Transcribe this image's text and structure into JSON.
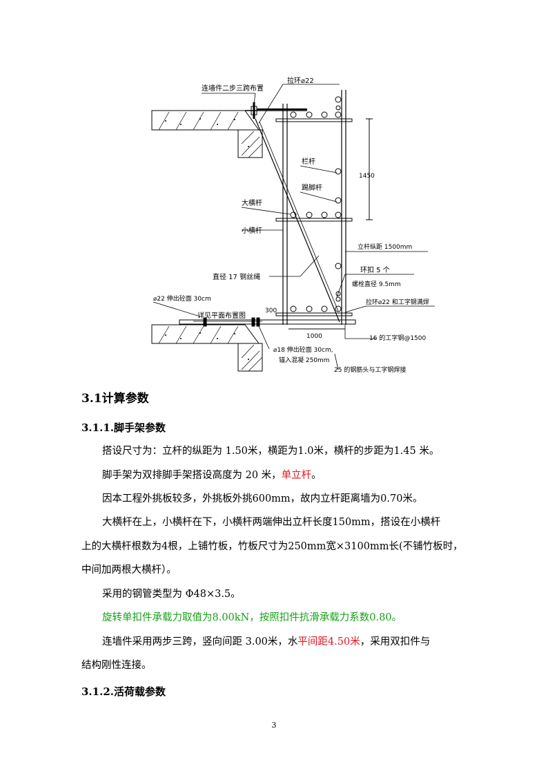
{
  "figure": {
    "labels": {
      "wall_tie": "连墙件二步三跨布置",
      "pull_ring_top": "拉环⌀22",
      "guardrail": "栏杆",
      "toe_board_pole": "踢脚杆",
      "big_crossbar": "大横杆",
      "small_crossbar": "小横杆",
      "dim_1450": "1450",
      "pole_spacing": "立杆纵距 1500mm",
      "wire_rope": "直径 17 钢丝绳",
      "clamp_count": "环扣 5 个",
      "bolt_dia": "螺栓直径 9.5mm",
      "pull_ring_weld": "拉环⌀22 和工字钢满焊",
      "rebar_22": "⌀22 伸出砼面 30cm",
      "see_plan": "详见平面布置图",
      "dim_300": "300",
      "dim_1000": "1000",
      "i_beam": "16 的工字钢@1500",
      "rebar_18": "⌀18 伸出砼面 30cm,",
      "anchor": "锚入混凝 250mm",
      "rebar_25": "25 的钢筋头与工字钢焊接"
    }
  },
  "section": {
    "title": "3.1计算参数",
    "sub1": "3.1.1.脚手架参数",
    "sub2": "3.1.2.活荷载参数"
  },
  "paragraphs": {
    "p1": "搭设尺寸为：立杆的纵距为 1.50米，横距为1.0米，横杆的步距为1.45 米。",
    "p2a": "脚手架为双排脚手架搭设高度为 20 米，",
    "p2b": "单立杆",
    "p2c": "。",
    "p3": "因本工程外挑板较多，外挑板外挑600mm，故内立杆距离墙为0.70米。",
    "p4a": "大横杆在上，小横杆在下，小横杆两端伸出立杆长度150mm，搭设在小横杆",
    "p4b": "上的大横杆根数为4根，上铺竹板，竹板尺寸为250mm宽×3100mm长(不铺竹板时，",
    "p4c": "中间加两根大横杆）。",
    "p5": "采用的钢管类型为 Φ48×3.5。",
    "p6": "旋转单扣件承载力取值为8.00kN，按照扣件抗滑承载力系数0.80。",
    "p7a": "连墙件采用两步三跨，竖向间距 3.00米，水",
    "p7b": "平间距4.50米",
    "p7c": "，采用双扣件与",
    "p7d": "结构刚性连接。"
  },
  "page_number": "3",
  "colors": {
    "red": "#e0141e",
    "green": "#17a017"
  }
}
